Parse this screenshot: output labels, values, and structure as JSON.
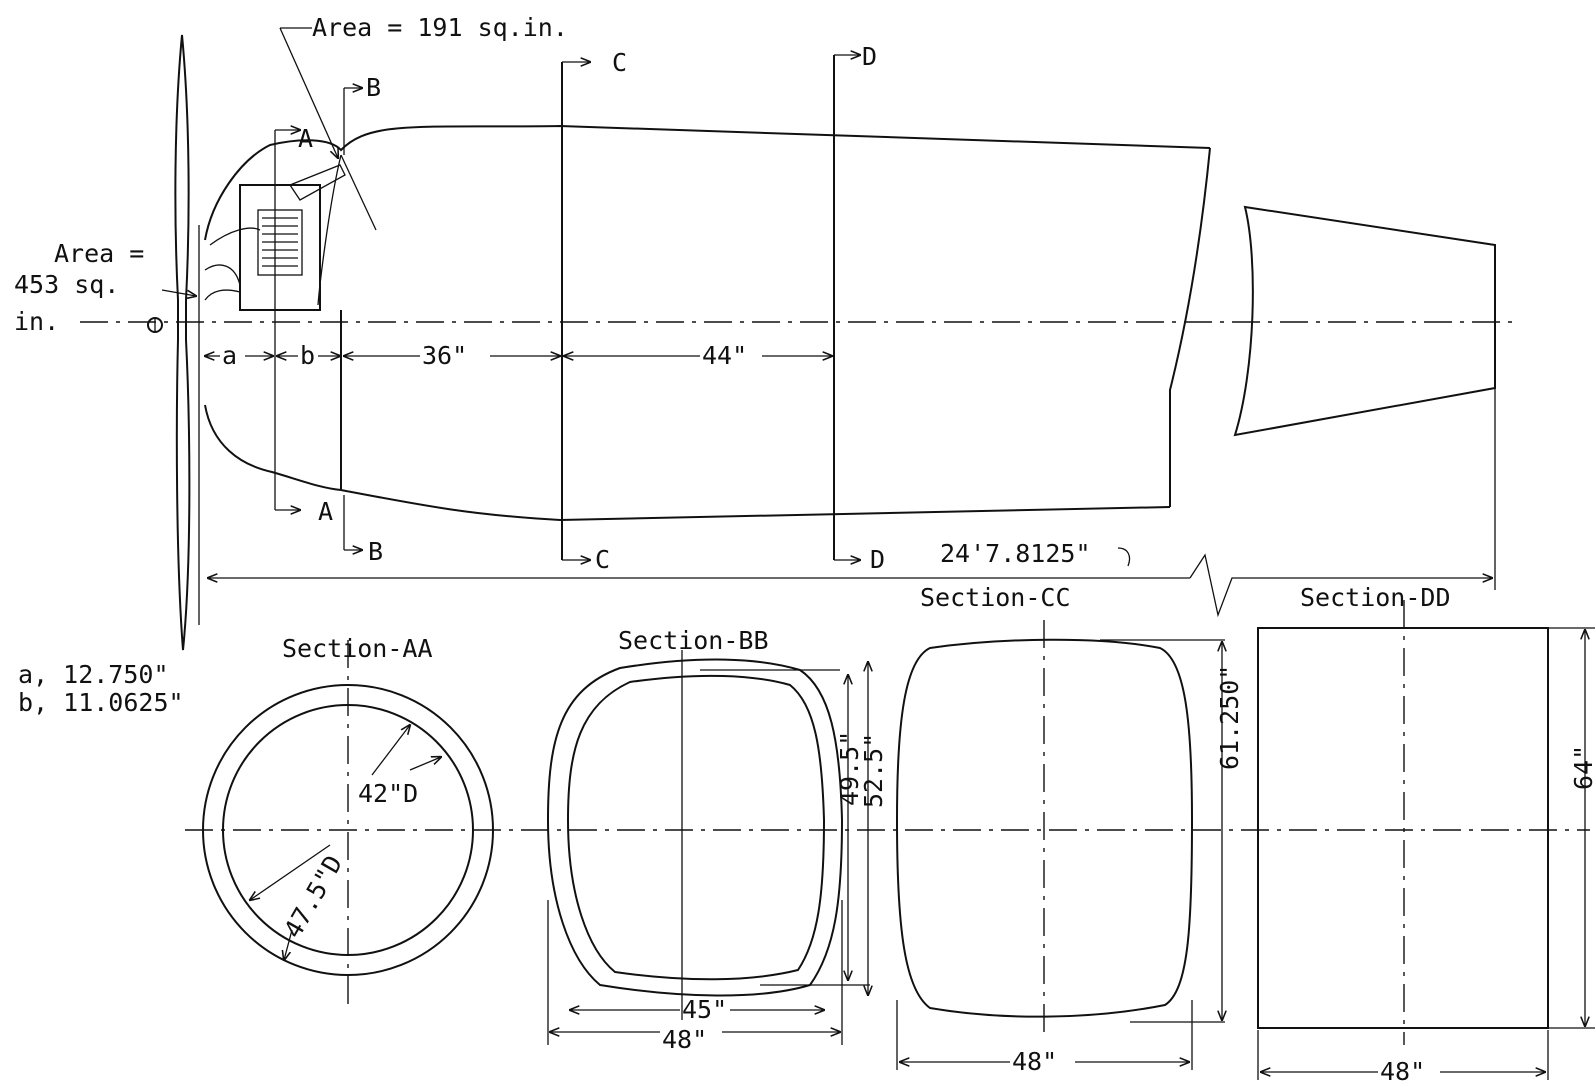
{
  "labels": {
    "inlet_area": "Area = 191 sq.in.",
    "prop_area_line1": "Area =",
    "prop_area_line2": "453 sq.",
    "prop_area_line3": "in.",
    "cut_a": "A",
    "cut_b": "B",
    "cut_c": "C",
    "cut_d": "D",
    "dim_a": "a",
    "dim_b": "b",
    "dim_36": "36\"",
    "dim_44": "44\"",
    "overall_length": "24'7.8125\"",
    "a_value": "a, 12.750\"",
    "b_value": "b, 11.0625\""
  },
  "sections": {
    "aa": {
      "title": "Section-AA",
      "inner_dia": "42\"D",
      "outer_dia": "47.5\"D"
    },
    "bb": {
      "title": "Section-BB",
      "h_inner": "49.5\"",
      "h_outer": "52.5\"",
      "w_inner": "45\"",
      "w_outer": "48\""
    },
    "cc": {
      "title": "Section-CC",
      "height": "61.250\"",
      "width": "48\""
    },
    "dd": {
      "title": "Section-DD",
      "height": "64\"",
      "width": "48\""
    }
  }
}
